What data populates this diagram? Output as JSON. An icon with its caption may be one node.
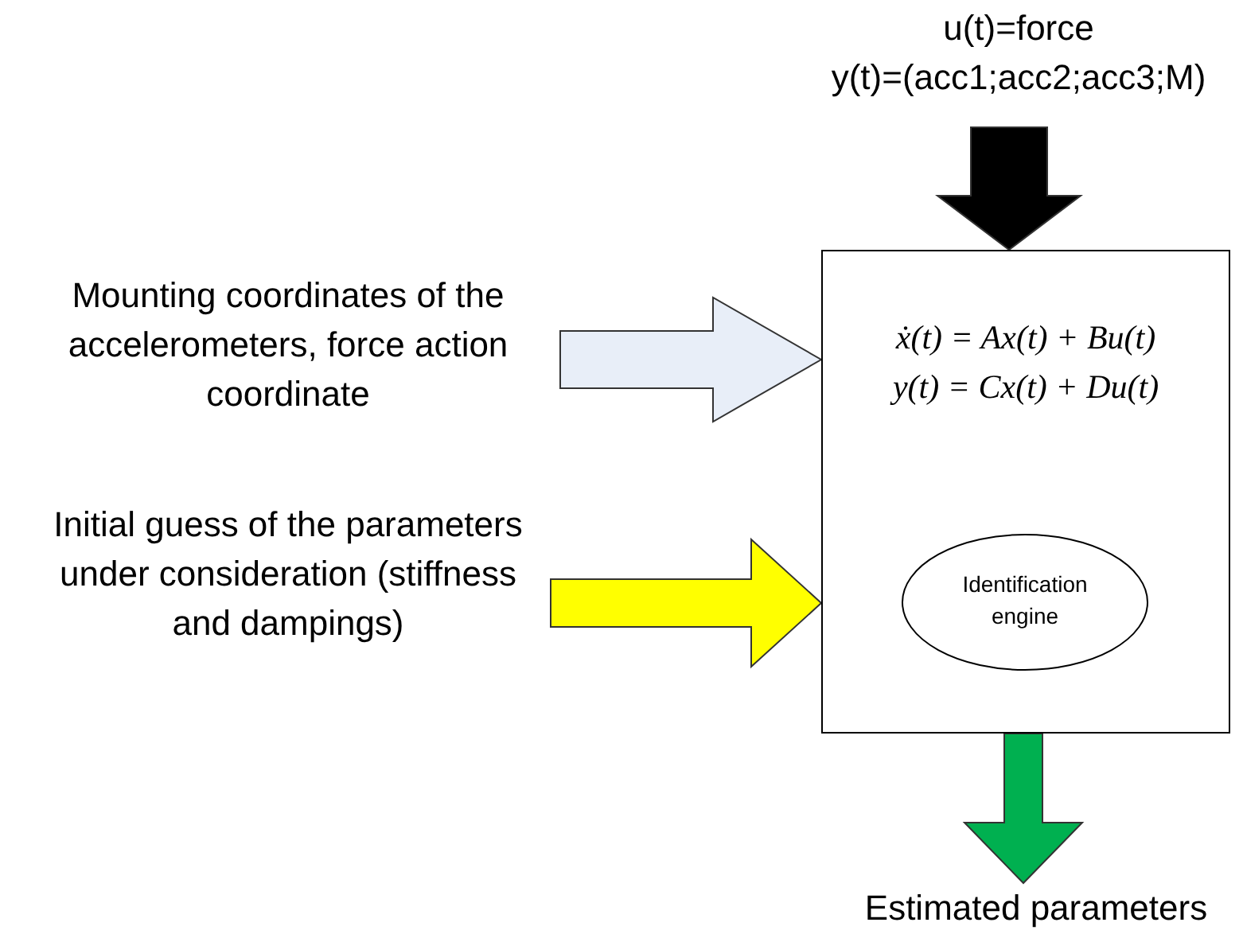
{
  "diagram": {
    "nodes": [
      {
        "text": [
          "u(t)=force",
          "y(t)=(acc1;acc2;acc3;M)"
        ]
      },
      {
        "text": [
          "Mounting coordinates of the accelerometers, force action coordinate"
        ]
      },
      {
        "text": [
          "Initial guess of the parameters under consideration (stiffness and dampings)"
        ]
      },
      {
        "text": [
          "ẋ(t) = Ax(t) + Bu(t)",
          "y(t) = Cx(t) + Du(t)"
        ]
      },
      {
        "text": [
          "Identification engine"
        ],
        "in": 3
      },
      {
        "text": [
          "Estimated parameters"
        ]
      }
    ],
    "edges": [
      {
        "from": 0,
        "to": 3,
        "arrow": "to",
        "color": "#000000"
      },
      {
        "from": 1,
        "to": 3,
        "arrow": "to",
        "color": "#e8eef8"
      },
      {
        "from": 2,
        "to": 3,
        "arrow": "to",
        "color": "#ffff00"
      },
      {
        "from": 3,
        "to": 5,
        "arrow": "to",
        "color": "#00b050"
      }
    ]
  }
}
